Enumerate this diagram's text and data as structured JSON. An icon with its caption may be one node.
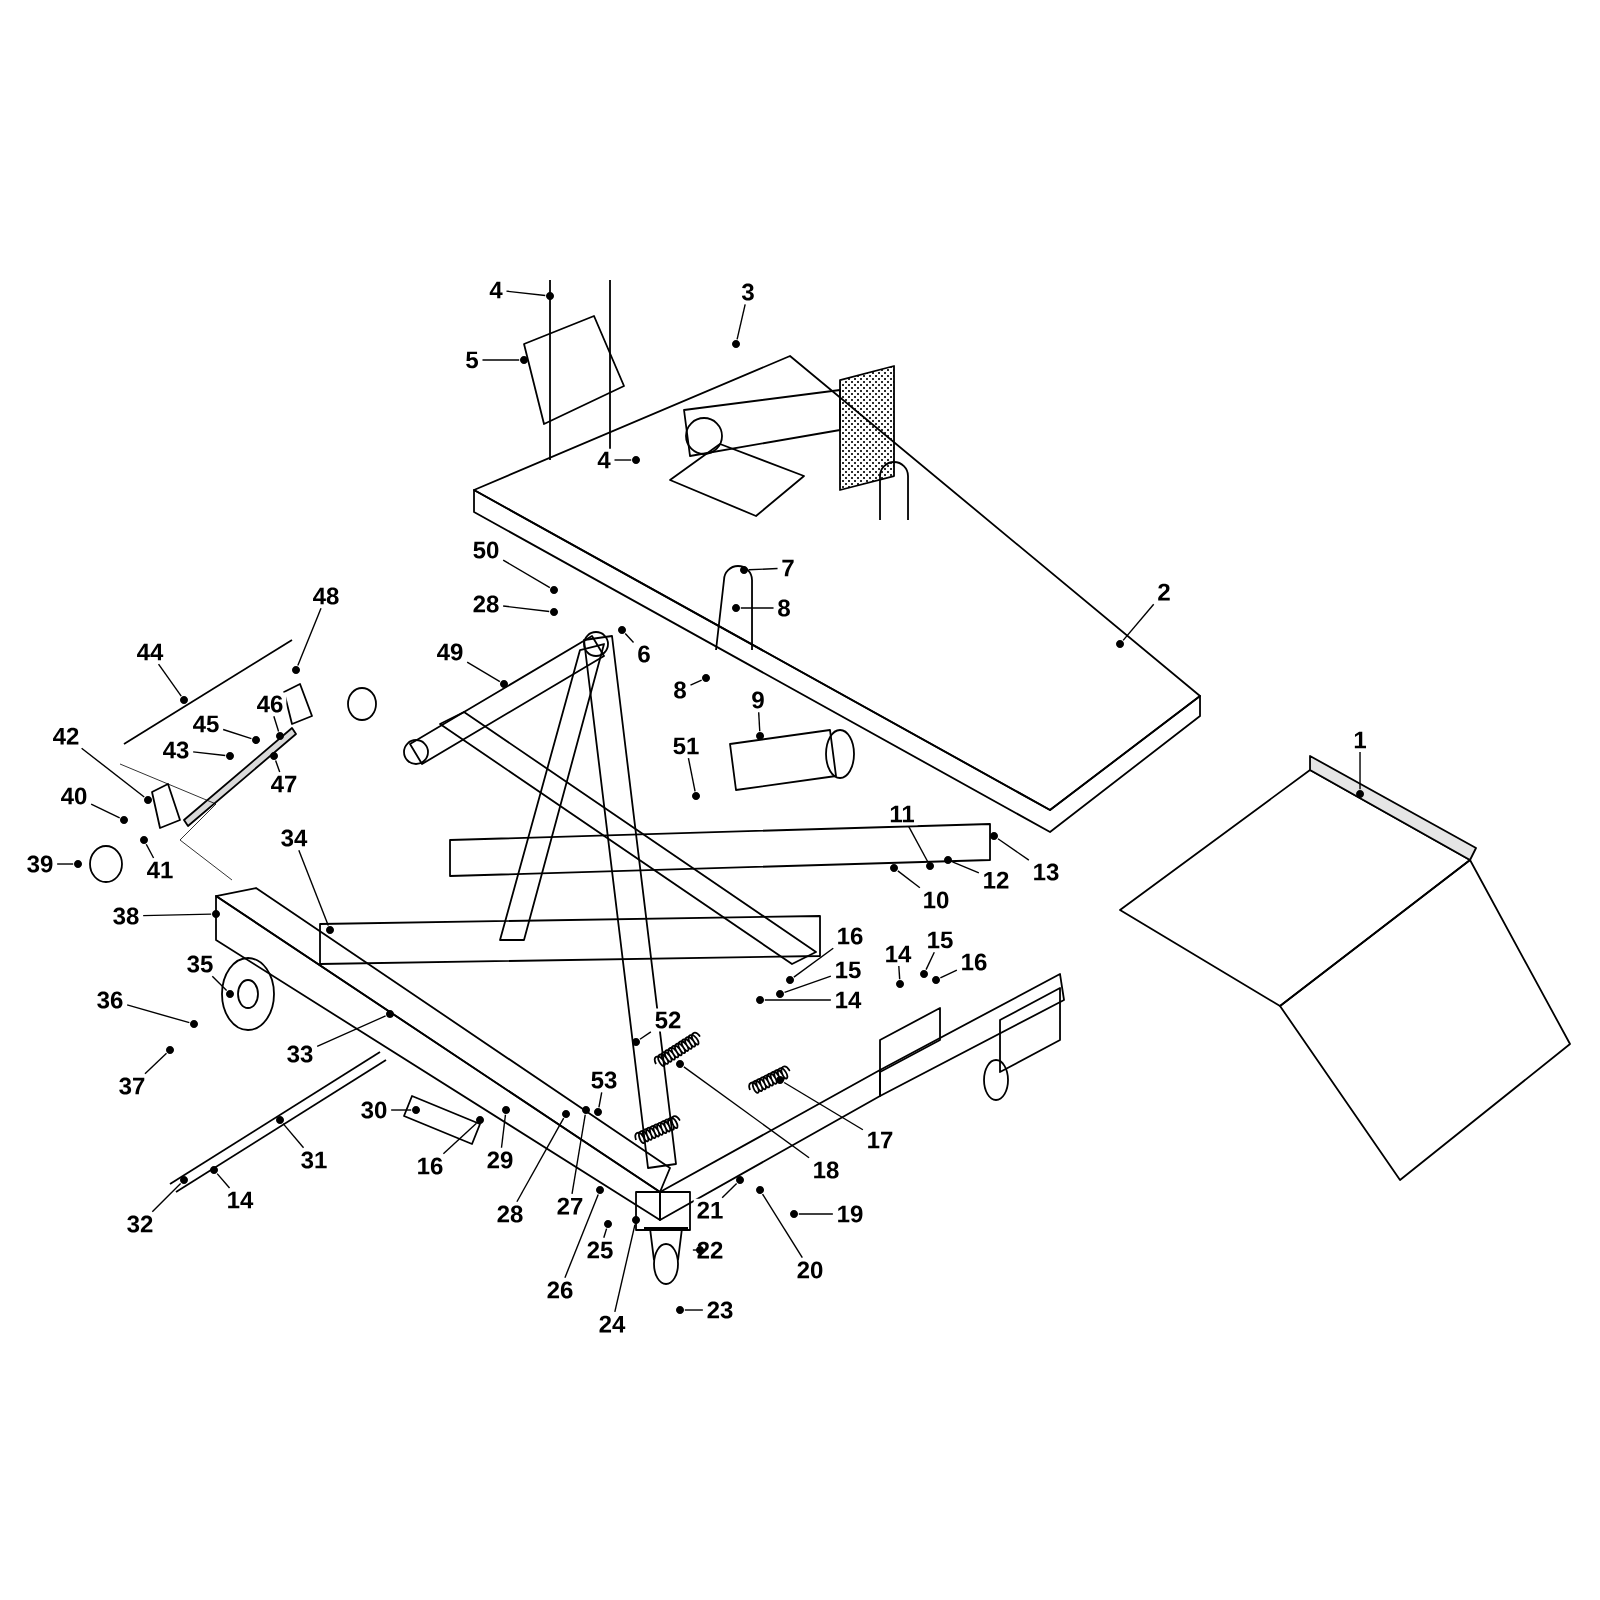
{
  "diagram": {
    "nodes": [
      {
        "text": [
          "1"
        ]
      },
      {
        "text": [
          "2"
        ]
      },
      {
        "text": [
          "3"
        ]
      },
      {
        "text": [
          "4"
        ]
      },
      {
        "text": [
          "5"
        ]
      },
      {
        "text": [
          "4"
        ]
      },
      {
        "text": [
          "50"
        ]
      },
      {
        "text": [
          "28"
        ]
      },
      {
        "text": [
          "6"
        ]
      },
      {
        "text": [
          "7"
        ]
      },
      {
        "text": [
          "8"
        ]
      },
      {
        "text": [
          "8"
        ]
      },
      {
        "text": [
          "9"
        ]
      },
      {
        "text": [
          "51"
        ]
      },
      {
        "text": [
          "48"
        ]
      },
      {
        "text": [
          "44"
        ]
      },
      {
        "text": [
          "49"
        ]
      },
      {
        "text": [
          "46"
        ]
      },
      {
        "text": [
          "45"
        ]
      },
      {
        "text": [
          "43"
        ]
      },
      {
        "text": [
          "47"
        ]
      },
      {
        "text": [
          "42"
        ]
      },
      {
        "text": [
          "40"
        ]
      },
      {
        "text": [
          "41"
        ]
      },
      {
        "text": [
          "39"
        ]
      },
      {
        "text": [
          "11"
        ]
      },
      {
        "text": [
          "12"
        ]
      },
      {
        "text": [
          "13"
        ]
      },
      {
        "text": [
          "10"
        ]
      },
      {
        "text": [
          "34"
        ]
      },
      {
        "text": [
          "38"
        ]
      },
      {
        "text": [
          "16"
        ]
      },
      {
        "text": [
          "15"
        ]
      },
      {
        "text": [
          "14"
        ]
      },
      {
        "text": [
          "14"
        ]
      },
      {
        "text": [
          "15"
        ]
      },
      {
        "text": [
          "16"
        ]
      },
      {
        "text": [
          "35"
        ]
      },
      {
        "text": [
          "36"
        ]
      },
      {
        "text": [
          "37"
        ]
      },
      {
        "text": [
          "33"
        ]
      },
      {
        "text": [
          "52"
        ]
      },
      {
        "text": [
          "53"
        ]
      },
      {
        "text": [
          "30"
        ]
      },
      {
        "text": [
          "31"
        ]
      },
      {
        "text": [
          "17"
        ]
      },
      {
        "text": [
          "18"
        ]
      },
      {
        "text": [
          "16"
        ]
      },
      {
        "text": [
          "29"
        ]
      },
      {
        "text": [
          "32"
        ]
      },
      {
        "text": [
          "14"
        ]
      },
      {
        "text": [
          "28"
        ]
      },
      {
        "text": [
          "27"
        ]
      },
      {
        "text": [
          "21"
        ]
      },
      {
        "text": [
          "19"
        ]
      },
      {
        "text": [
          "22"
        ]
      },
      {
        "text": [
          "25"
        ]
      },
      {
        "text": [
          "20"
        ]
      },
      {
        "text": [
          "26"
        ]
      },
      {
        "text": [
          "23"
        ]
      },
      {
        "text": [
          "24"
        ]
      },
      {
        "text": [],
        "shape": "circle"
      },
      {
        "text": [],
        "shape": "circle"
      },
      {
        "text": [],
        "shape": "circle"
      },
      {
        "text": [],
        "shape": "circle"
      },
      {
        "text": [],
        "shape": "circle"
      },
      {
        "text": [],
        "shape": "circle"
      },
      {
        "text": [],
        "shape": "circle"
      },
      {
        "text": [],
        "shape": "circle"
      },
      {
        "text": [],
        "shape": "circle"
      },
      {
        "text": [],
        "shape": "circle"
      },
      {
        "text": [],
        "shape": "circle"
      },
      {
        "text": [],
        "shape": "circle"
      },
      {
        "text": [],
        "shape": "circle"
      },
      {
        "text": [],
        "shape": "circle"
      },
      {
        "text": [],
        "shape": "circle"
      },
      {
        "text": [],
        "shape": "circle"
      },
      {
        "text": [],
        "shape": "circle"
      },
      {
        "text": [],
        "shape": "circle"
      },
      {
        "text": [],
        "shape": "circle"
      },
      {
        "text": [],
        "shape": "circle"
      },
      {
        "text": [],
        "shape": "circle"
      },
      {
        "text": [],
        "shape": "circle"
      },
      {
        "text": [],
        "shape": "circle"
      },
      {
        "text": [],
        "shape": "circle"
      },
      {
        "text": [],
        "shape": "circle"
      },
      {
        "text": [],
        "shape": "circle"
      },
      {
        "text": [],
        "shape": "circle"
      },
      {
        "text": [],
        "shape": "circle"
      },
      {
        "text": [],
        "shape": "circle"
      },
      {
        "text": [],
        "shape": "circle"
      },
      {
        "text": [],
        "shape": "circle"
      },
      {
        "text": [],
        "shape": "circle"
      },
      {
        "text": [],
        "shape": "circle"
      },
      {
        "text": [],
        "shape": "circle"
      },
      {
        "text": [],
        "shape": "circle"
      },
      {
        "text": [],
        "shape": "circle"
      },
      {
        "text": [],
        "shape": "circle"
      },
      {
        "text": [],
        "shape": "circle"
      },
      {
        "text": [],
        "shape": "circle"
      },
      {
        "text": [],
        "shape": "circle"
      },
      {
        "text": [],
        "shape": "circle"
      },
      {
        "text": [],
        "shape": "circle"
      },
      {
        "text": [],
        "shape": "circle"
      },
      {
        "text": [],
        "shape": "circle"
      },
      {
        "text": [],
        "shape": "circle"
      },
      {
        "text": [],
        "shape": "circle"
      },
      {
        "text": [],
        "shape": "circle"
      },
      {
        "text": [],
        "shape": "circle"
      },
      {
        "text": [],
        "shape": "circle"
      },
      {
        "text": [],
        "shape": "circle"
      },
      {
        "text": [],
        "shape": "circle"
      },
      {
        "text": [],
        "shape": "circle"
      },
      {
        "text": [],
        "shape": "circle"
      },
      {
        "text": [],
        "shape": "circle"
      },
      {
        "text": [],
        "shape": "circle"
      },
      {
        "text": [],
        "shape": "circle"
      },
      {
        "text": [],
        "shape": "circle"
      },
      {
        "text": [],
        "shape": "circle"
      },
      {
        "text": [],
        "shape": "circle"
      },
      {
        "text": [],
        "shape": "circle"
      },
      {
        "text": [],
        "shape": "circle"
      }
    ],
    "edges": [
      {
        "from": 0,
        "to": 61,
        "arrow": "none"
      },
      {
        "from": 1,
        "to": 62,
        "arrow": "none"
      },
      {
        "from": 2,
        "to": 63,
        "arrow": "none"
      },
      {
        "from": 3,
        "to": 64,
        "arrow": "none"
      },
      {
        "from": 4,
        "to": 65,
        "arrow": "none"
      },
      {
        "from": 5,
        "to": 66,
        "arrow": "none"
      },
      {
        "from": 6,
        "to": 67,
        "arrow": "none"
      },
      {
        "from": 7,
        "to": 68,
        "arrow": "none"
      },
      {
        "from": 8,
        "to": 69,
        "arrow": "none"
      },
      {
        "from": 9,
        "to": 70,
        "arrow": "none"
      },
      {
        "from": 10,
        "to": 71,
        "arrow": "none"
      },
      {
        "from": 11,
        "to": 72,
        "arrow": "none"
      },
      {
        "from": 12,
        "to": 73,
        "arrow": "none"
      },
      {
        "from": 13,
        "to": 74,
        "arrow": "none"
      },
      {
        "from": 14,
        "to": 75,
        "arrow": "none"
      },
      {
        "from": 15,
        "to": 76,
        "arrow": "none"
      },
      {
        "from": 16,
        "to": 77,
        "arrow": "none"
      },
      {
        "from": 17,
        "to": 78,
        "arrow": "none"
      },
      {
        "from": 18,
        "to": 79,
        "arrow": "none"
      },
      {
        "from": 19,
        "to": 80,
        "arrow": "none"
      },
      {
        "from": 20,
        "to": 81,
        "arrow": "none"
      },
      {
        "from": 21,
        "to": 82,
        "arrow": "none"
      },
      {
        "from": 22,
        "to": 83,
        "arrow": "none"
      },
      {
        "from": 23,
        "to": 84,
        "arrow": "none"
      },
      {
        "from": 24,
        "to": 85,
        "arrow": "none"
      },
      {
        "from": 25,
        "to": 86,
        "arrow": "none"
      },
      {
        "from": 26,
        "to": 87,
        "arrow": "none"
      },
      {
        "from": 27,
        "to": 88,
        "arrow": "none"
      },
      {
        "from": 28,
        "to": 89,
        "arrow": "none"
      },
      {
        "from": 29,
        "to": 90,
        "arrow": "none"
      },
      {
        "from": 30,
        "to": 91,
        "arrow": "none"
      },
      {
        "from": 31,
        "to": 92,
        "arrow": "none"
      },
      {
        "from": 32,
        "to": 93,
        "arrow": "none"
      },
      {
        "from": 33,
        "to": 94,
        "arrow": "none"
      },
      {
        "from": 34,
        "to": 95,
        "arrow": "none"
      },
      {
        "from": 35,
        "to": 96,
        "arrow": "none"
      },
      {
        "from": 36,
        "to": 97,
        "arrow": "none"
      },
      {
        "from": 37,
        "to": 98,
        "arrow": "none"
      },
      {
        "from": 38,
        "to": 99,
        "arrow": "none"
      },
      {
        "from": 39,
        "to": 100,
        "arrow": "none"
      },
      {
        "from": 40,
        "to": 101,
        "arrow": "none"
      },
      {
        "from": 41,
        "to": 102,
        "arrow": "none"
      },
      {
        "from": 42,
        "to": 103,
        "arrow": "none"
      },
      {
        "from": 43,
        "to": 104,
        "arrow": "none"
      },
      {
        "from": 44,
        "to": 105,
        "arrow": "none"
      },
      {
        "from": 45,
        "to": 106,
        "arrow": "none"
      },
      {
        "from": 46,
        "to": 107,
        "arrow": "none"
      },
      {
        "from": 47,
        "to": 108,
        "arrow": "none"
      },
      {
        "from": 48,
        "to": 109,
        "arrow": "none"
      },
      {
        "from": 49,
        "to": 110,
        "arrow": "none"
      },
      {
        "from": 50,
        "to": 111,
        "arrow": "none"
      },
      {
        "from": 51,
        "to": 112,
        "arrow": "none"
      },
      {
        "from": 52,
        "to": 113,
        "arrow": "none"
      },
      {
        "from": 53,
        "to": 114,
        "arrow": "none"
      },
      {
        "from": 54,
        "to": 115,
        "arrow": "none"
      },
      {
        "from": 55,
        "to": 116,
        "arrow": "none"
      },
      {
        "from": 56,
        "to": 117,
        "arrow": "none"
      },
      {
        "from": 57,
        "to": 118,
        "arrow": "none"
      },
      {
        "from": 58,
        "to": 119,
        "arrow": "none"
      },
      {
        "from": 59,
        "to": 120,
        "arrow": "none"
      },
      {
        "from": 60,
        "to": 121,
        "arrow": "none"
      }
    ]
  }
}
